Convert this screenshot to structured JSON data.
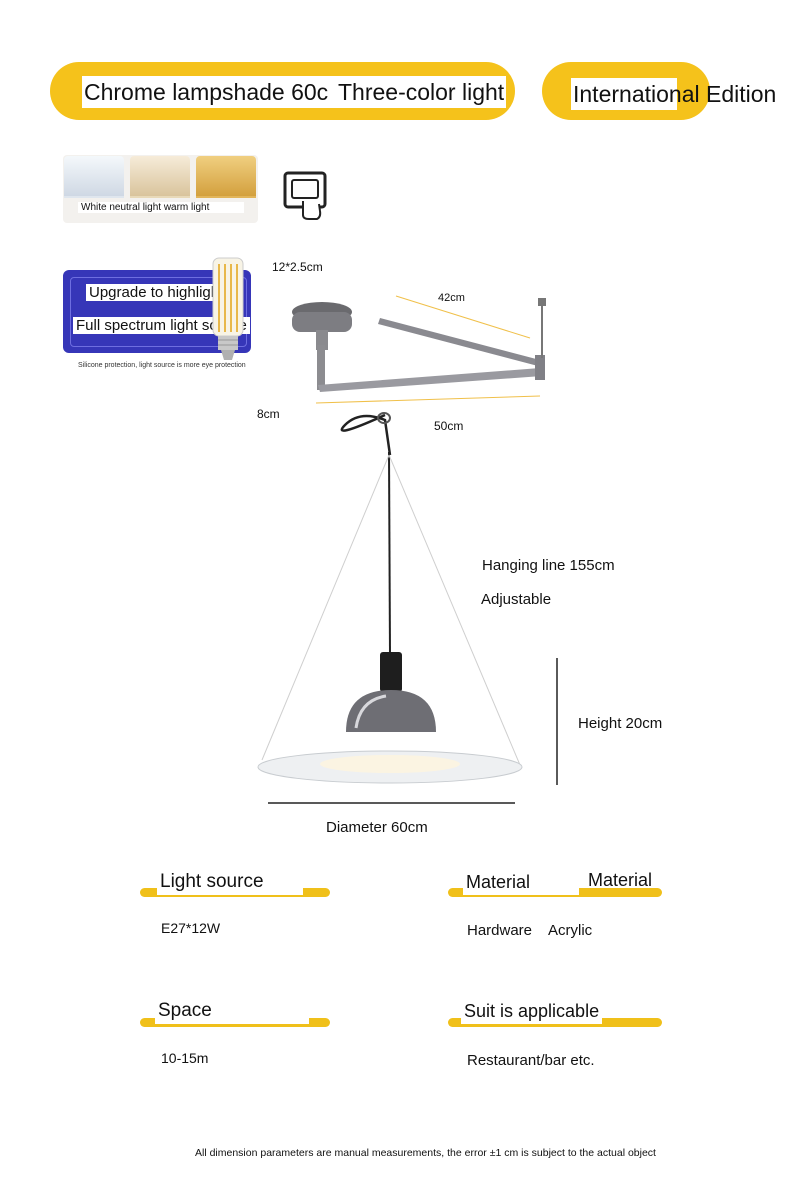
{
  "header": {
    "pill1_text_a": "Chrome lampshade 60c",
    "pill1_text_b": "Three-color light",
    "pill2_text": "International Edition"
  },
  "light_colors": {
    "caption": "White neutral light warm light",
    "swatch_colors": [
      "#dfe6ee",
      "#e8d9b8",
      "#e2b55a"
    ]
  },
  "upgrade_box": {
    "line1": "Upgrade to highlight",
    "line2": "Full spectrum light source",
    "note": "Silicone protection, light source is more eye protection",
    "bg_color": "#3636b8"
  },
  "dimensions": {
    "base": "12*2.5cm",
    "arm_top": "42cm",
    "arm_height": "8cm",
    "arm_length": "50cm",
    "hanging_line": "Hanging line 155cm",
    "adjustable": "Adjustable",
    "height": "Height 20cm",
    "diameter": "Diameter 60cm"
  },
  "specs": {
    "light_source": {
      "label": "Light source",
      "value": "E27*12W"
    },
    "material": {
      "label_a": "Material",
      "label_b": "Material",
      "value_a": "Hardware",
      "value_b": "Acrylic"
    },
    "space": {
      "label": "Space",
      "value": "10-15m"
    },
    "suit": {
      "label": "Suit is applicable",
      "value": "Restaurant/bar etc."
    }
  },
  "footer": {
    "note": "All dimension parameters are manual measurements, the error ±1 cm is subject to the actual object"
  },
  "accent_color": "#f5c21b"
}
